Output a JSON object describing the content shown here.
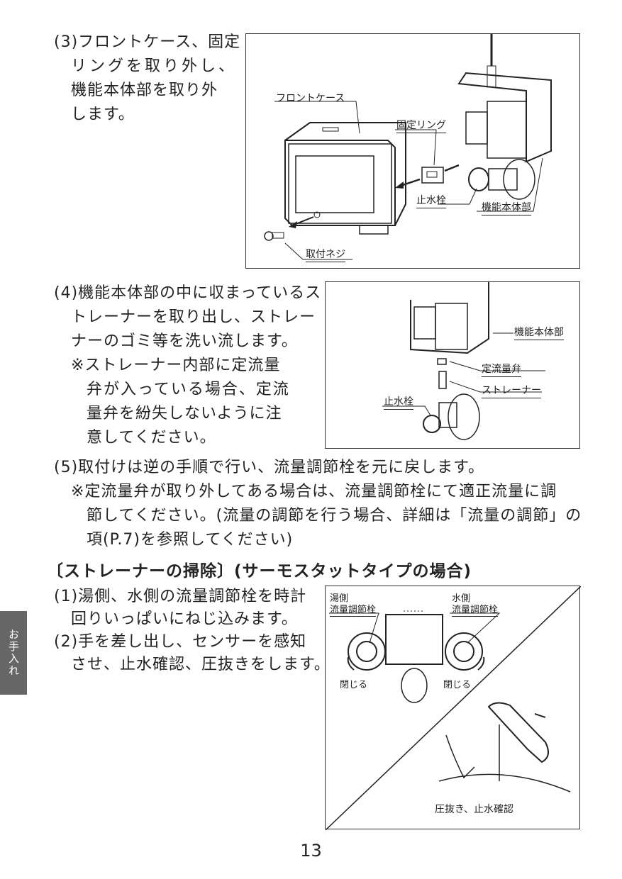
{
  "step3": {
    "lines": [
      "(3)フロントケース、固定",
      "リングを取り外し、",
      "機能本体部を取り外",
      "します。"
    ]
  },
  "fig1": {
    "labels": {
      "front_case": "フロントケース",
      "fixing_ring": "固定リング",
      "stop_valve": "止水栓",
      "main_unit": "機能本体部",
      "screw": "取付ネジ"
    }
  },
  "step4": {
    "lines": [
      "(4)機能本体部の中に収まっているス",
      "トレーナーを取り出し、ストレー",
      "ナーのゴミ等を洗い流します。"
    ],
    "note_lines": [
      "※ストレーナー内部に定流量",
      "弁が入っている場合、定流",
      "量弁を紛失しないように注",
      "意してください。"
    ]
  },
  "fig2": {
    "labels": {
      "main_unit": "機能本体部",
      "flow_valve": "定流量弁",
      "strainer": "ストレーナー",
      "stop_valve": "止水栓"
    }
  },
  "step5": {
    "line": "(5)取付けは逆の手順で行い、流量調節栓を元に戻します。",
    "note_lines": [
      "※定流量弁が取り外してある場合は、流量調節栓にて適正流量に調",
      "節してください。(流量の調節を行う場合、詳細は「流量の調節」の",
      "項(P.7)を参照してください)"
    ]
  },
  "section_heading": "〔ストレーナーの掃除〕(サーモスタットタイプの場合)",
  "thermo_steps": {
    "step1": [
      "(1)湯側、水側の流量調節栓を時計",
      "回りいっぱいにねじ込みます。"
    ],
    "step2": [
      "(2)手を差し出し、センサーを感知",
      "させ、止水確認、圧抜きをします。"
    ]
  },
  "fig3": {
    "labels": {
      "hot_side": "湯側",
      "hot_flow": "流量調節栓",
      "cold_side": "水側",
      "cold_flow": "流量調節栓",
      "close_left": "閉じる",
      "close_right": "閉じる",
      "release": "圧抜き、止水確認"
    }
  },
  "side_tab": "お手入れ",
  "page_number": "13"
}
